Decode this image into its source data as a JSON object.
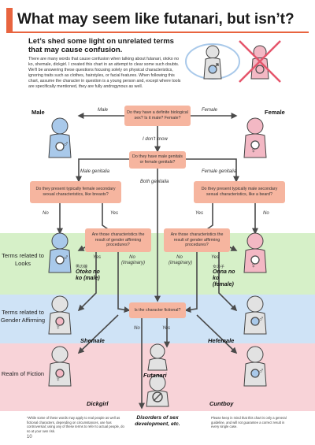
{
  "header": {
    "title": "What may seem like futanari, but isn’t?",
    "subtitle": "Let’s shed some light on unrelated terms that may cause confusion.",
    "intro": "There are many words that cause confusion when talking about futanari, otoko no ko, shemale, dickgirl. I created this chart in an attempt to clear some such doubts. We'll be answering these questions focusing solely on physical characteristics, ignoring traits such as clothes, hairstyles, or facial features. When following this chart, assume the character in question is a young person and, except where tools are specifically mentioned, they are fully androgynous as well."
  },
  "bands": [
    {
      "label": "Terms related to Looks",
      "color": "#d6f0c8"
    },
    {
      "label": "Terms related to Gender Affirming",
      "color": "#cfe3f6"
    },
    {
      "label": "Realm of Fiction",
      "color": "#f8d3d8"
    }
  ],
  "questions": {
    "q1": "Do they have a definite biological sex? Is it male? Female?",
    "q2": "Do they have male genitals or female genitals?",
    "q3": "Do they present typically female secondary sexual characteristics, like breasts?",
    "q4": "Do they present typically male secondary sexual characteristics, like a beard?",
    "q5": "Are those characteristics the result of gender affirming procedures?",
    "q6": "Are those characteristics the result of gender affirming procedures?",
    "q7": "Is the character fictional?"
  },
  "labels": {
    "male": "Male",
    "female": "Female",
    "dont_know": "I don't know",
    "male_genitalia": "Male genitalia",
    "female_genitalia": "Female genitalia",
    "both_genitalia": "Both genitalia",
    "no": "No",
    "yes": "Yes",
    "no_imaginary": "No (imaginary)"
  },
  "results": {
    "male": "Male",
    "female": "Female",
    "otoko_jp": "男の娘",
    "otoko": "Otoko no ko (male)",
    "onna_jp": "女の子",
    "onna": "Onna no ko (female)",
    "shemale": "Shemale",
    "hefemale": "Hefemale",
    "futanari": "Futanari",
    "dickgirl": "Dickgirl",
    "cuntboy": "Cuntboy",
    "disorders": "Disorders of sex development, etc."
  },
  "footer": {
    "left_note": "*While some of these words may apply to real people as well as fictional characters, depending on circumstances, use has controversial; using any of these terms to refer to actual people, do so at your own risk.",
    "right_note": "Please keep in mind that this chart is only a general guideline, and will not guarantee a correct result in every single case.",
    "page_number": "10"
  },
  "colors": {
    "accent": "#e8643f",
    "box": "#f6b59f",
    "male_fig": "#a9c9ea",
    "female_fig": "#f3b8c4",
    "neutral_fig": "#e2e2e2",
    "symbol": "#4a4a4a",
    "cross": "#e5556b"
  }
}
